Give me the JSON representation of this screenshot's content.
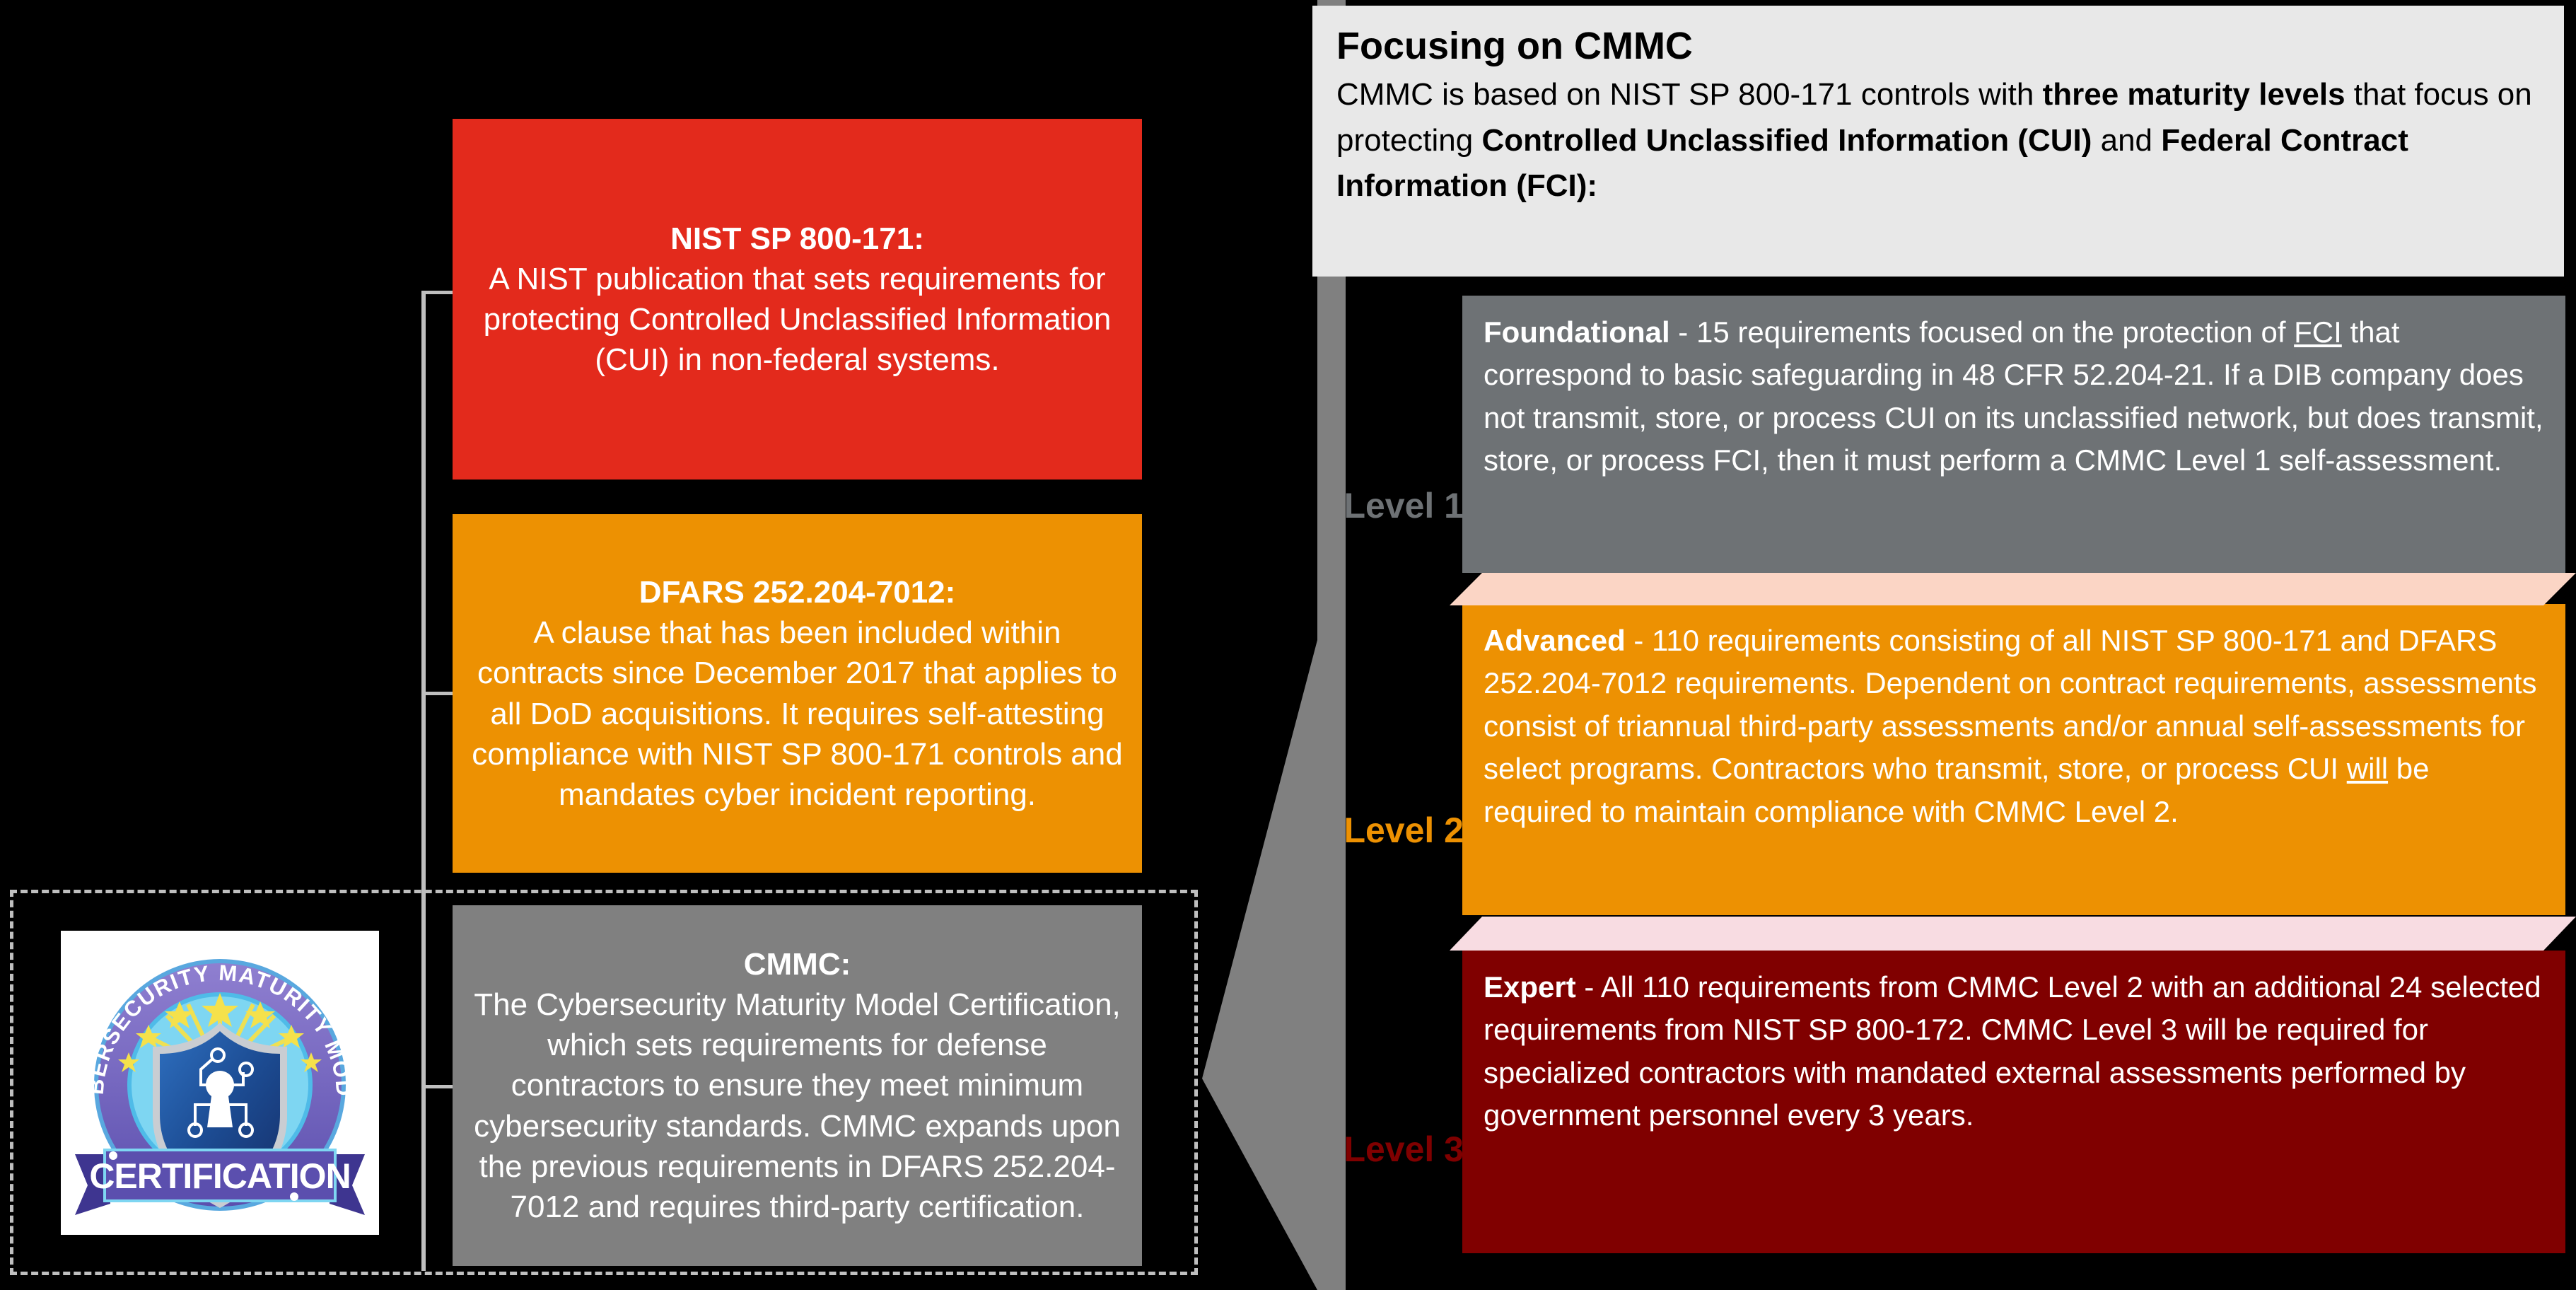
{
  "left_column": {
    "boxes": [
      {
        "name": "nist-sp-800-171",
        "title": "NIST SP 800-171:",
        "body": "A NIST publication that sets requirements for protecting Controlled Unclassified Information (CUI) in non-federal systems.",
        "color": "#E32A1C"
      },
      {
        "name": "dfars-252-204-7012",
        "title": "DFARS 252.204-7012:",
        "body": "A clause that has been included within contracts since December 2017 that applies to all DoD acquisitions. It requires self-attesting compliance with NIST SP 800-171 controls and mandates cyber incident reporting.",
        "color": "#ED9102"
      },
      {
        "name": "cmmc",
        "title": "CMMC:",
        "body": "The Cybersecurity Maturity Model Certification, which sets requirements for defense contractors to ensure they meet minimum cybersecurity standards. CMMC expands upon the previous requirements in DFARS 252.204-7012 and requires third-party certification.",
        "color": "#808080"
      }
    ]
  },
  "badge": {
    "ring_text": "CYBERSECURITY MATURITY MODEL",
    "banner_text": "CERTIFICATION",
    "ring_color": "#6B5FB5",
    "inner_color": "#6ECBEE",
    "shield_color": "#1F4E9C",
    "star_color": "#F5E14B",
    "banner_color": "#5B4FAE"
  },
  "header": {
    "title": "Focusing on CMMC",
    "body_parts": [
      {
        "text": "CMMC is based on NIST SP 800-171 controls with ",
        "bold": false
      },
      {
        "text": "three maturity levels",
        "bold": true
      },
      {
        "text": " that focus on protecting ",
        "bold": false
      },
      {
        "text": "Controlled Unclassified Information (CUI)",
        "bold": true
      },
      {
        "text": " and ",
        "bold": false
      },
      {
        "text": "Federal Contract Information (FCI):",
        "bold": true
      }
    ],
    "background": "#E8E8E8"
  },
  "levels": [
    {
      "label": "Level 1",
      "color": "#6E7275",
      "parts": [
        {
          "text": "Foundational",
          "bold": true
        },
        {
          "text": " - 15 requirements focused on the protection of ",
          "bold": false
        },
        {
          "text": "FCI",
          "bold": false,
          "underline": true
        },
        {
          "text": " that correspond to basic safeguarding in 48 CFR 52.204-21. If a DIB company does not transmit, store, or process CUI on its unclassified network, but does transmit, store, or process FCI, then it must perform a CMMC Level 1 self-assessment.",
          "bold": false
        }
      ]
    },
    {
      "label": "Level 2",
      "color": "#ED9102",
      "parts": [
        {
          "text": "Advanced",
          "bold": true
        },
        {
          "text": " - 110 requirements consisting of all NIST SP 800-171 and DFARS 252.204-7012 requirements. Dependent on contract requirements, assessments consist of triannual third-party assessments and/or annual self-assessments for select programs. Contractors who transmit, store, or process CUI ",
          "bold": false
        },
        {
          "text": "will",
          "bold": false,
          "underline": true
        },
        {
          "text": " be required to maintain compliance with CMMC Level 2.",
          "bold": false
        }
      ]
    },
    {
      "label": "Level 3",
      "color": "#800000",
      "parts": [
        {
          "text": "Expert",
          "bold": true
        },
        {
          "text": " - All 110 requirements from CMMC Level 2 with an additional 24 selected requirements from NIST SP 800-172. CMMC Level 3 will be required for specialized contractors with mandated external assessments performed by government personnel every 3 years.",
          "bold": false
        }
      ]
    }
  ],
  "separators": {
    "peach": "#FBD5C5",
    "pink": "#F8DCE2"
  },
  "connector": {
    "color": "#BFBFBF"
  },
  "arrow": {
    "color": "#808080",
    "name": "left-pointing-arrow"
  }
}
